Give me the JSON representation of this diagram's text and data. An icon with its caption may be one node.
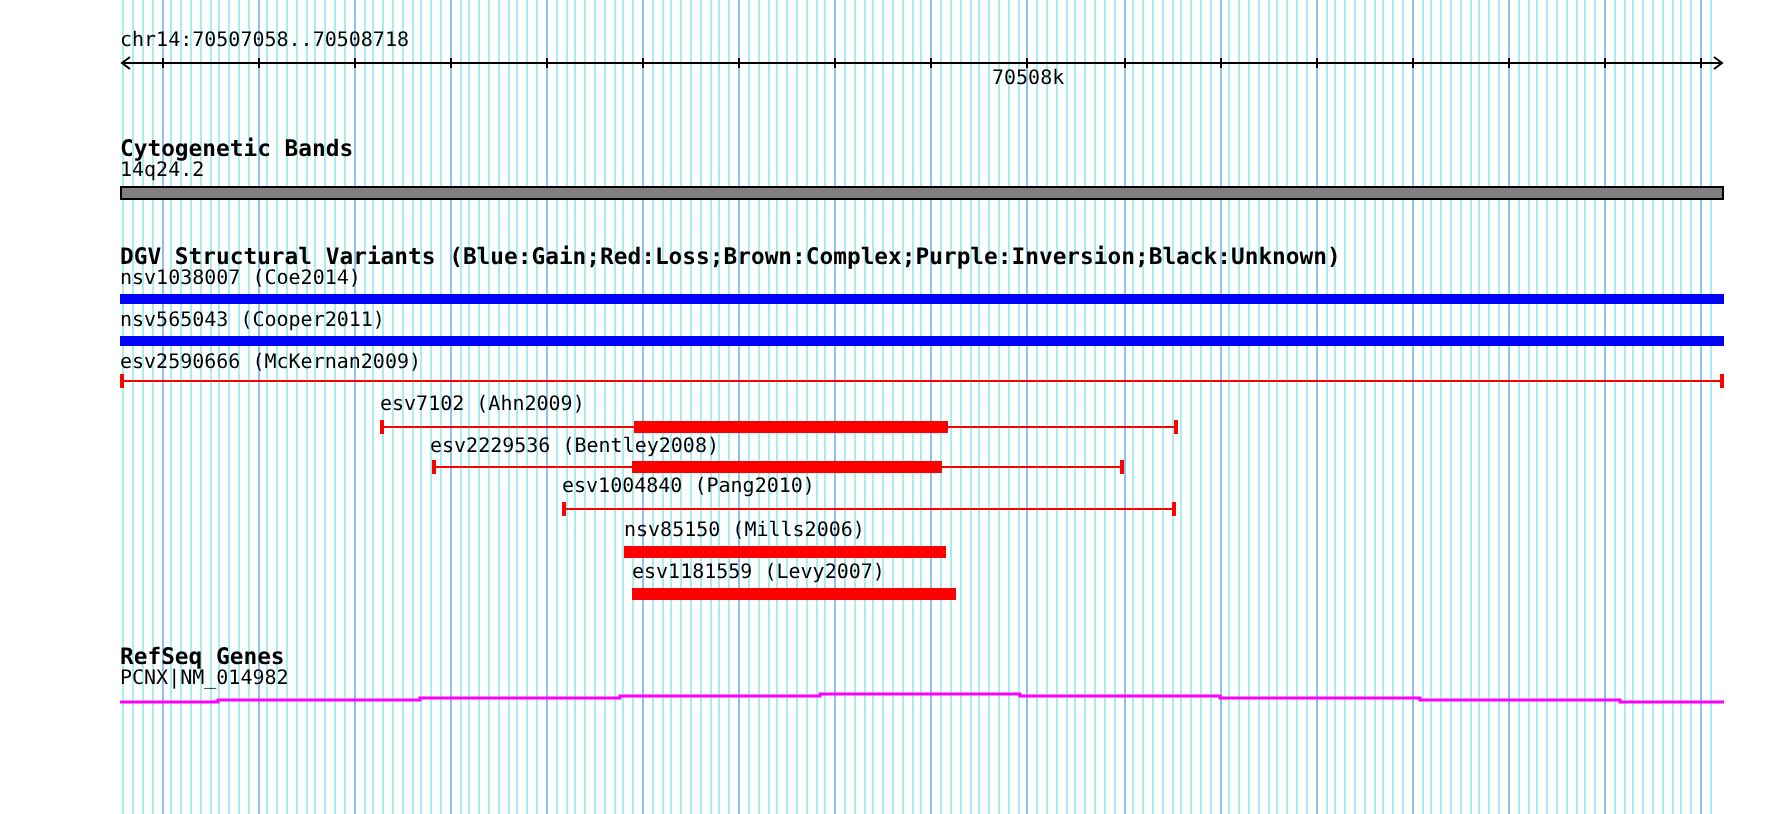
{
  "diagram": {
    "nodes": [
      {
        "text": [
          "14q24.2"
        ]
      },
      {
        "text": [
          "nsv1038007 (Coe2014)"
        ]
      },
      {
        "text": [
          "nsv565043 (Cooper2011)"
        ]
      },
      {
        "text": [
          "esv2590666 (McKernan2009)"
        ]
      },
      {
        "text": [
          "esv7102 (Ahn2009)"
        ]
      },
      {
        "text": [
          "esv2229536 (Bentley2008)"
        ]
      },
      {
        "text": [
          "esv1004840 (Pang2010)"
        ]
      },
      {
        "text": [
          "nsv85150 (Mills2006)"
        ]
      },
      {
        "text": [
          "esv1181559 (Levy2007)"
        ]
      },
      {
        "text": [
          "PCNX|NM_014982"
        ]
      }
    ],
    "labels": [
      "chr14:70507058..70508718",
      "70508k",
      "Cytogenetic Bands",
      "DGV Structural Variants (Blue:Gain;Red:Loss;Brown:Complex;Purple:Inversion;Black:Unknown)",
      "RefSeq Genes"
    ]
  }
}
